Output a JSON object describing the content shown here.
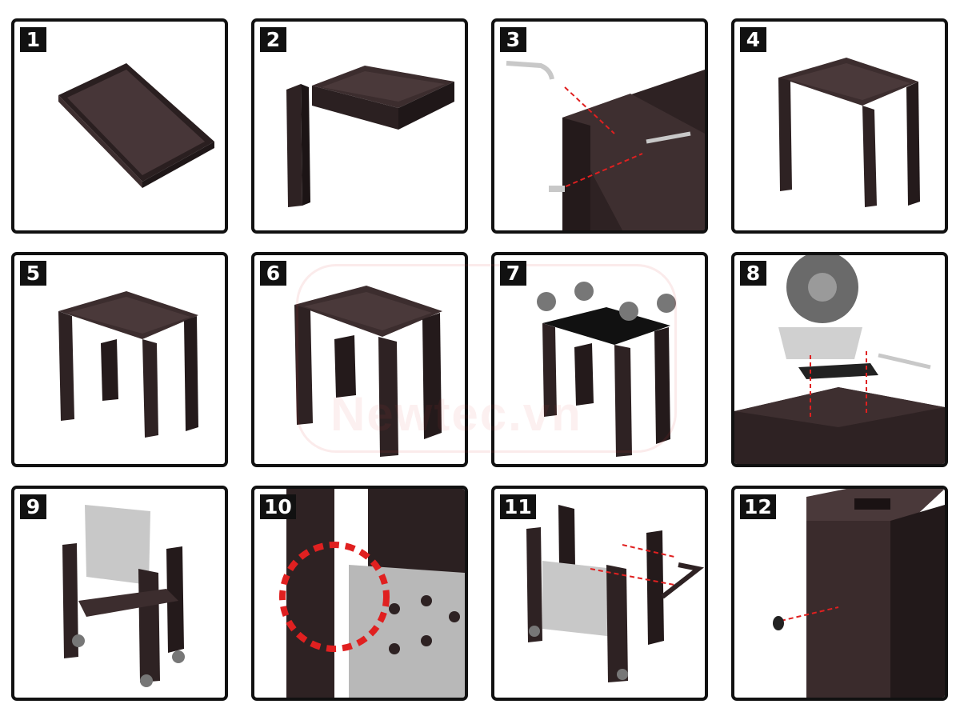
{
  "steps": [
    {
      "number": "1"
    },
    {
      "number": "2"
    },
    {
      "number": "3"
    },
    {
      "number": "4"
    },
    {
      "number": "5"
    },
    {
      "number": "6"
    },
    {
      "number": "7"
    },
    {
      "number": "8"
    },
    {
      "number": "9"
    },
    {
      "number": "10"
    },
    {
      "number": "11"
    },
    {
      "number": "12"
    }
  ],
  "watermark": {
    "text": "Newtec.vn"
  },
  "colors": {
    "frame": "#3a2b2c",
    "frame_dark": "#22191a",
    "accent": "#e02020",
    "metal": "#c8c8c8"
  }
}
